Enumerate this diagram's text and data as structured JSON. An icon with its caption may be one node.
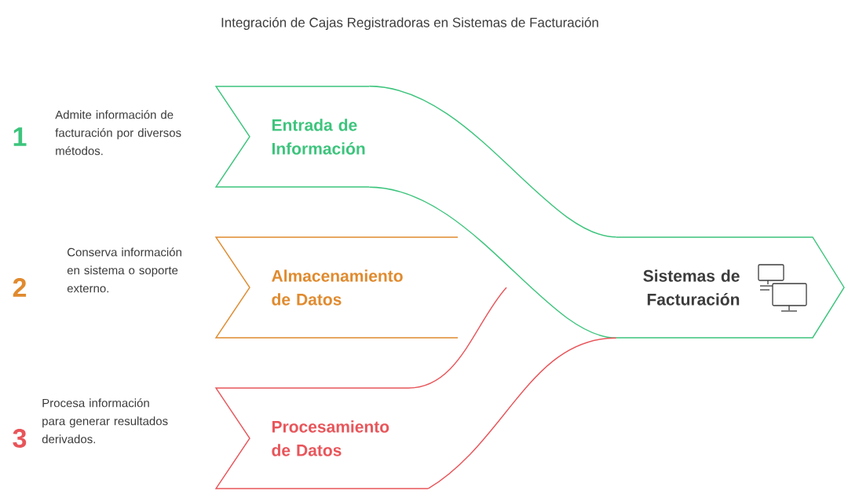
{
  "diagram": {
    "title": "Integración de Cajas Registradoras en Sistemas de Facturación",
    "nodes": [
      {
        "text": [
          "Entrada de Información"
        ],
        "beside": [
          "1",
          "Admite información de facturación por diversos métodos."
        ]
      },
      {
        "text": [
          "Almacenamiento de Datos"
        ],
        "beside": [
          "2",
          "Conserva información en sistema o soporte externo."
        ]
      },
      {
        "text": [
          "Procesamiento de Datos"
        ],
        "beside": [
          "3",
          "Procesa información para generar resultados derivados."
        ]
      },
      {
        "text": [
          "Sistemas de Facturación"
        ]
      }
    ],
    "edges": [
      {
        "from": 0,
        "to": 3,
        "arrow": "none",
        "color": "#3cc47c"
      },
      {
        "from": 0,
        "to": 3,
        "arrow": "none",
        "color": "#3cc47c"
      },
      {
        "from": 2,
        "to": 3,
        "arrow": "none",
        "color": "#e8555a"
      }
    ]
  }
}
